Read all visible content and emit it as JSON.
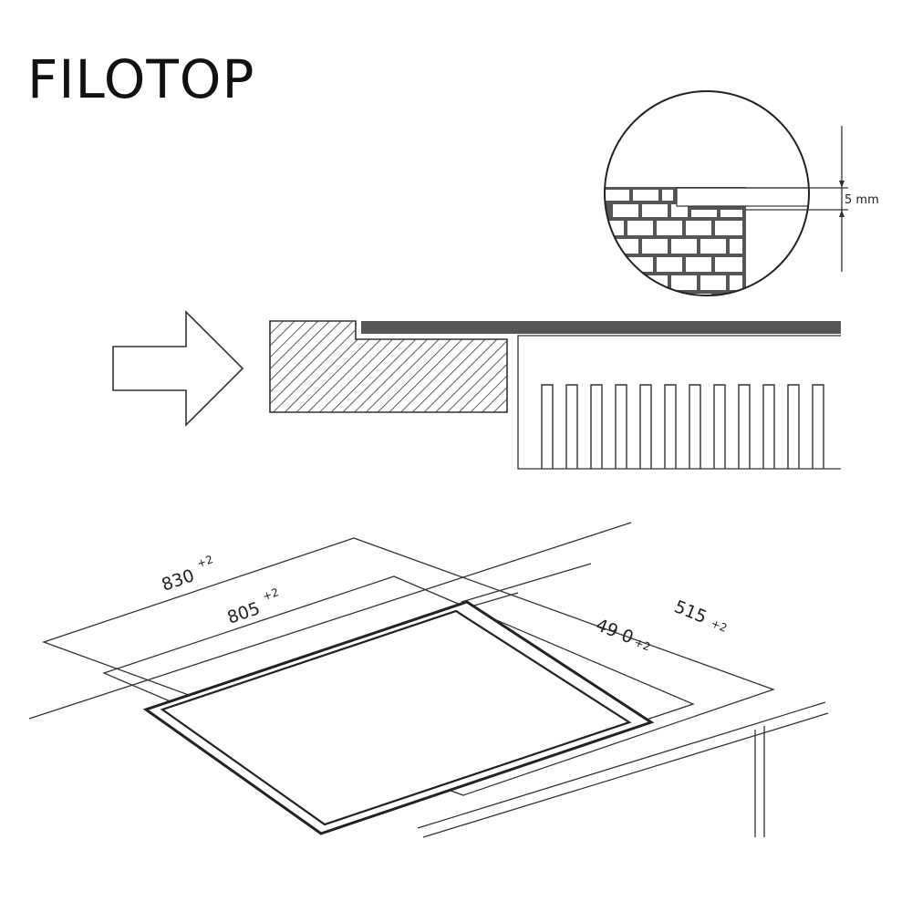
{
  "title": "FILOTOP",
  "detail": {
    "gap_label": "5 mm"
  },
  "dimensions": {
    "outer_width": {
      "value": "830",
      "tolerance": "+2"
    },
    "inner_width": {
      "value": "805",
      "tolerance": "+2"
    },
    "inner_depth": {
      "value": "49 0",
      "tolerance": "+2"
    },
    "outer_depth": {
      "value": "515",
      "tolerance": "+2"
    }
  }
}
